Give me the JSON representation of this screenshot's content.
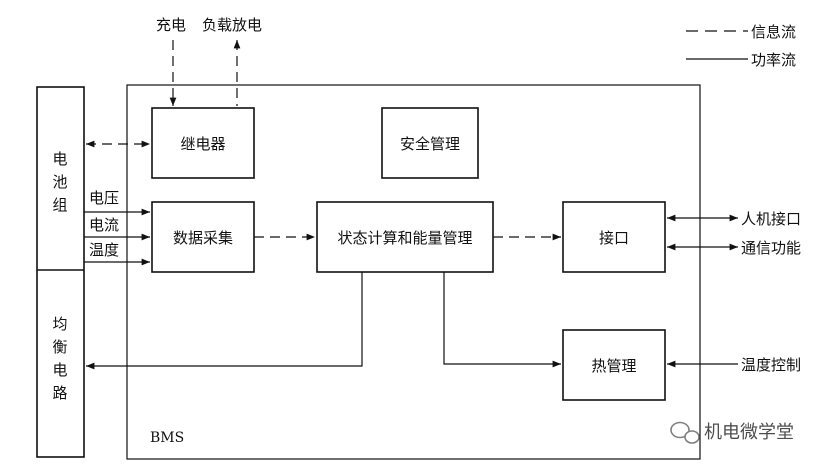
{
  "legend": {
    "info_flow": "信息流",
    "power_flow": "功率流"
  },
  "top_labels": {
    "charge": "充电",
    "load_discharge": "负载放电"
  },
  "left_blocks": {
    "battery_pack": [
      "电",
      "池",
      "组"
    ],
    "balancing_circuit": [
      "均",
      "衡",
      "电",
      "路"
    ]
  },
  "signals": {
    "voltage": "电压",
    "current": "电流",
    "temperature": "温度"
  },
  "boxes": {
    "relay": "继电器",
    "safety": "安全管理",
    "data_acq": "数据采集",
    "state_calc": "状态计算和能量管理",
    "interface": "接口",
    "thermal": "热管理"
  },
  "right_labels": {
    "hmi": "人机接口",
    "comm": "通信功能",
    "temp_ctrl": "温度控制"
  },
  "bms_label": "BMS",
  "watermark": "机电微学堂"
}
